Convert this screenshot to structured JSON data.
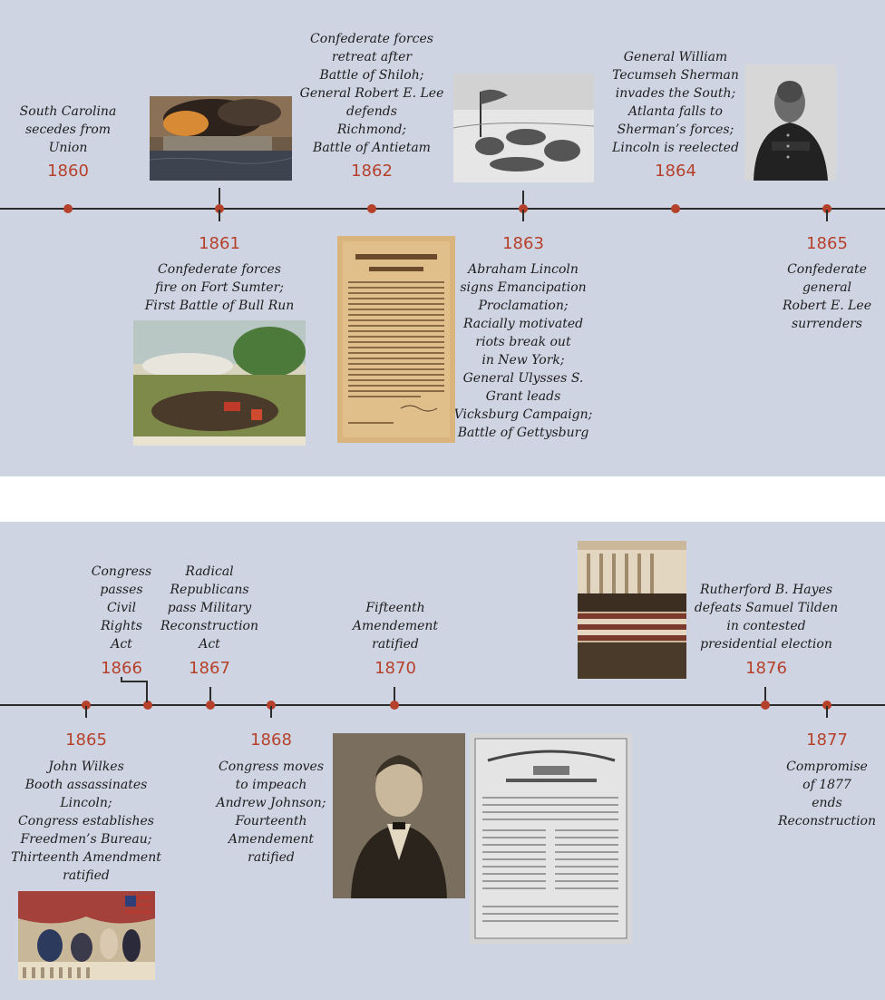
{
  "panel_top": {
    "events": [
      {
        "id": "1860",
        "year": "1860",
        "lines": [
          "South Carolina",
          "secedes from",
          "Union"
        ]
      },
      {
        "id": "1861",
        "year": "1861",
        "lines": [
          "Confederate forces",
          "fire on Fort Sumter;",
          "First Battle of Bull Run"
        ]
      },
      {
        "id": "1862",
        "year": "1862",
        "lines": [
          "Confederate forces",
          "retreat after",
          "Battle of Shiloh;",
          "General Robert E. Lee",
          "defends",
          "Richmond;",
          "Battle of Antietam"
        ]
      },
      {
        "id": "1863",
        "year": "1863",
        "lines": [
          "Abraham Lincoln",
          "signs Emancipation",
          "Proclamation;",
          "Racially motivated",
          "riots break out",
          "in New York;",
          "General Ulysses S.",
          "Grant leads",
          "Vicksburg Campaign;",
          "Battle of Gettysburg"
        ]
      },
      {
        "id": "1864",
        "year": "1864",
        "lines": [
          "General William",
          "Tecumseh Sherman",
          "invades the South;",
          "Atlanta falls to",
          "Sherman’s forces;",
          "Lincoln is reelected"
        ]
      },
      {
        "id": "1865",
        "year": "1865",
        "lines": [
          "Confederate",
          "general",
          "Robert E. Lee",
          "surrenders"
        ]
      }
    ]
  },
  "panel_bottom": {
    "events": [
      {
        "id": "1865b",
        "year": "1865",
        "lines": [
          "John Wilkes",
          "Booth assassinates",
          "Lincoln;",
          "Congress establishes",
          "Freedmen’s Bureau;",
          "Thirteenth Amendment",
          "ratified"
        ]
      },
      {
        "id": "1866",
        "year": "1866",
        "lines": [
          "Congress",
          "passes",
          "Civil",
          "Rights",
          "Act"
        ]
      },
      {
        "id": "1867",
        "year": "1867",
        "lines": [
          "Radical",
          "Republicans",
          "pass Military",
          "Reconstruction",
          "Act"
        ]
      },
      {
        "id": "1868",
        "year": "1868",
        "lines": [
          "Congress moves",
          "to impeach",
          "Andrew Johnson;",
          "Fourteenth",
          "Amendement",
          "ratified"
        ]
      },
      {
        "id": "1870",
        "year": "1870",
        "lines": [
          "Fifteenth",
          "Amendement",
          "ratified"
        ]
      },
      {
        "id": "1876",
        "year": "1876",
        "lines": [
          "Rutherford B. Hayes",
          "defeats Samuel Tilden",
          "in contested",
          "presidential election"
        ]
      },
      {
        "id": "1877",
        "year": "1877",
        "lines": [
          "Compromise",
          "of 1877",
          "ends",
          "Reconstruction"
        ]
      }
    ]
  },
  "colors": {
    "background": "#cfd4e2",
    "accent": "#b5412b",
    "axis": "#2b2b2b"
  }
}
